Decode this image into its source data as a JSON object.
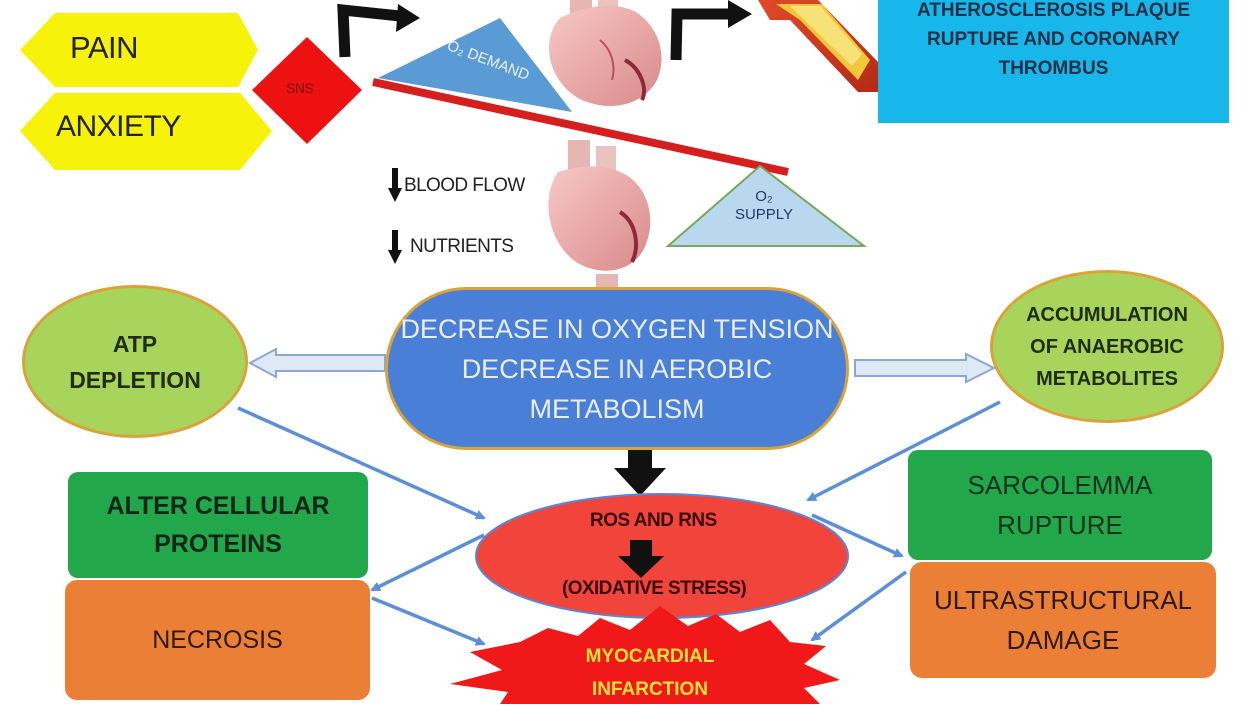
{
  "colors": {
    "hexagon": "#f6f20a",
    "sns": "#ee1111",
    "demand_triangle": "#5b9bd5",
    "supply_triangle": "#b9d7ee",
    "plaque_box": "#17b7ec",
    "circle_green": "#a9d45b",
    "center_blue": "#4a7fd8",
    "box_green": "#22a74a",
    "box_orange": "#ec7f36",
    "ros_red": "#f1453b",
    "mi_burst": "#f01818",
    "arrow_blue": "#5b8fd6",
    "seesaw": "#d51f1f"
  },
  "icons": {
    "heart_top": "heart-icon",
    "heart_middle": "heart-icon",
    "artery": "artery-plaque-icon"
  },
  "labels": {
    "pain": "PAIN",
    "anxiety": "ANXIETY",
    "sns": "SNS",
    "o2_demand": "O₂\nDEMAND",
    "o2_supply": "O₂\nSUPPLY",
    "plaque": "ATHEROSCLEROSIS PLAQUE\nRUPTURE AND CORONARY\nTHROMBUS",
    "blood_flow": "BLOOD FLOW",
    "nutrients": "NUTRIENTS",
    "atp": "ATP\nDEPLETION",
    "center": "DECREASE IN OXYGEN TENSION\nDECREASE IN AEROBIC\nMETABOLISM",
    "accumulation": "ACCUMULATION\nOF ANAEROBIC\nMETABOLITES",
    "alter": "ALTER CELLULAR\nPROTEINS",
    "necrosis": "NECROSIS",
    "ros_top": "ROS AND RNS",
    "ros_bottom": "(OXIDATIVE STRESS)",
    "sarcolemma": "SARCOLEMMA\nRUPTURE",
    "ultrastructural": "ULTRASTRUCTURAL\nDAMAGE",
    "mi": "MYOCARDIAL\nINFARCTION"
  }
}
